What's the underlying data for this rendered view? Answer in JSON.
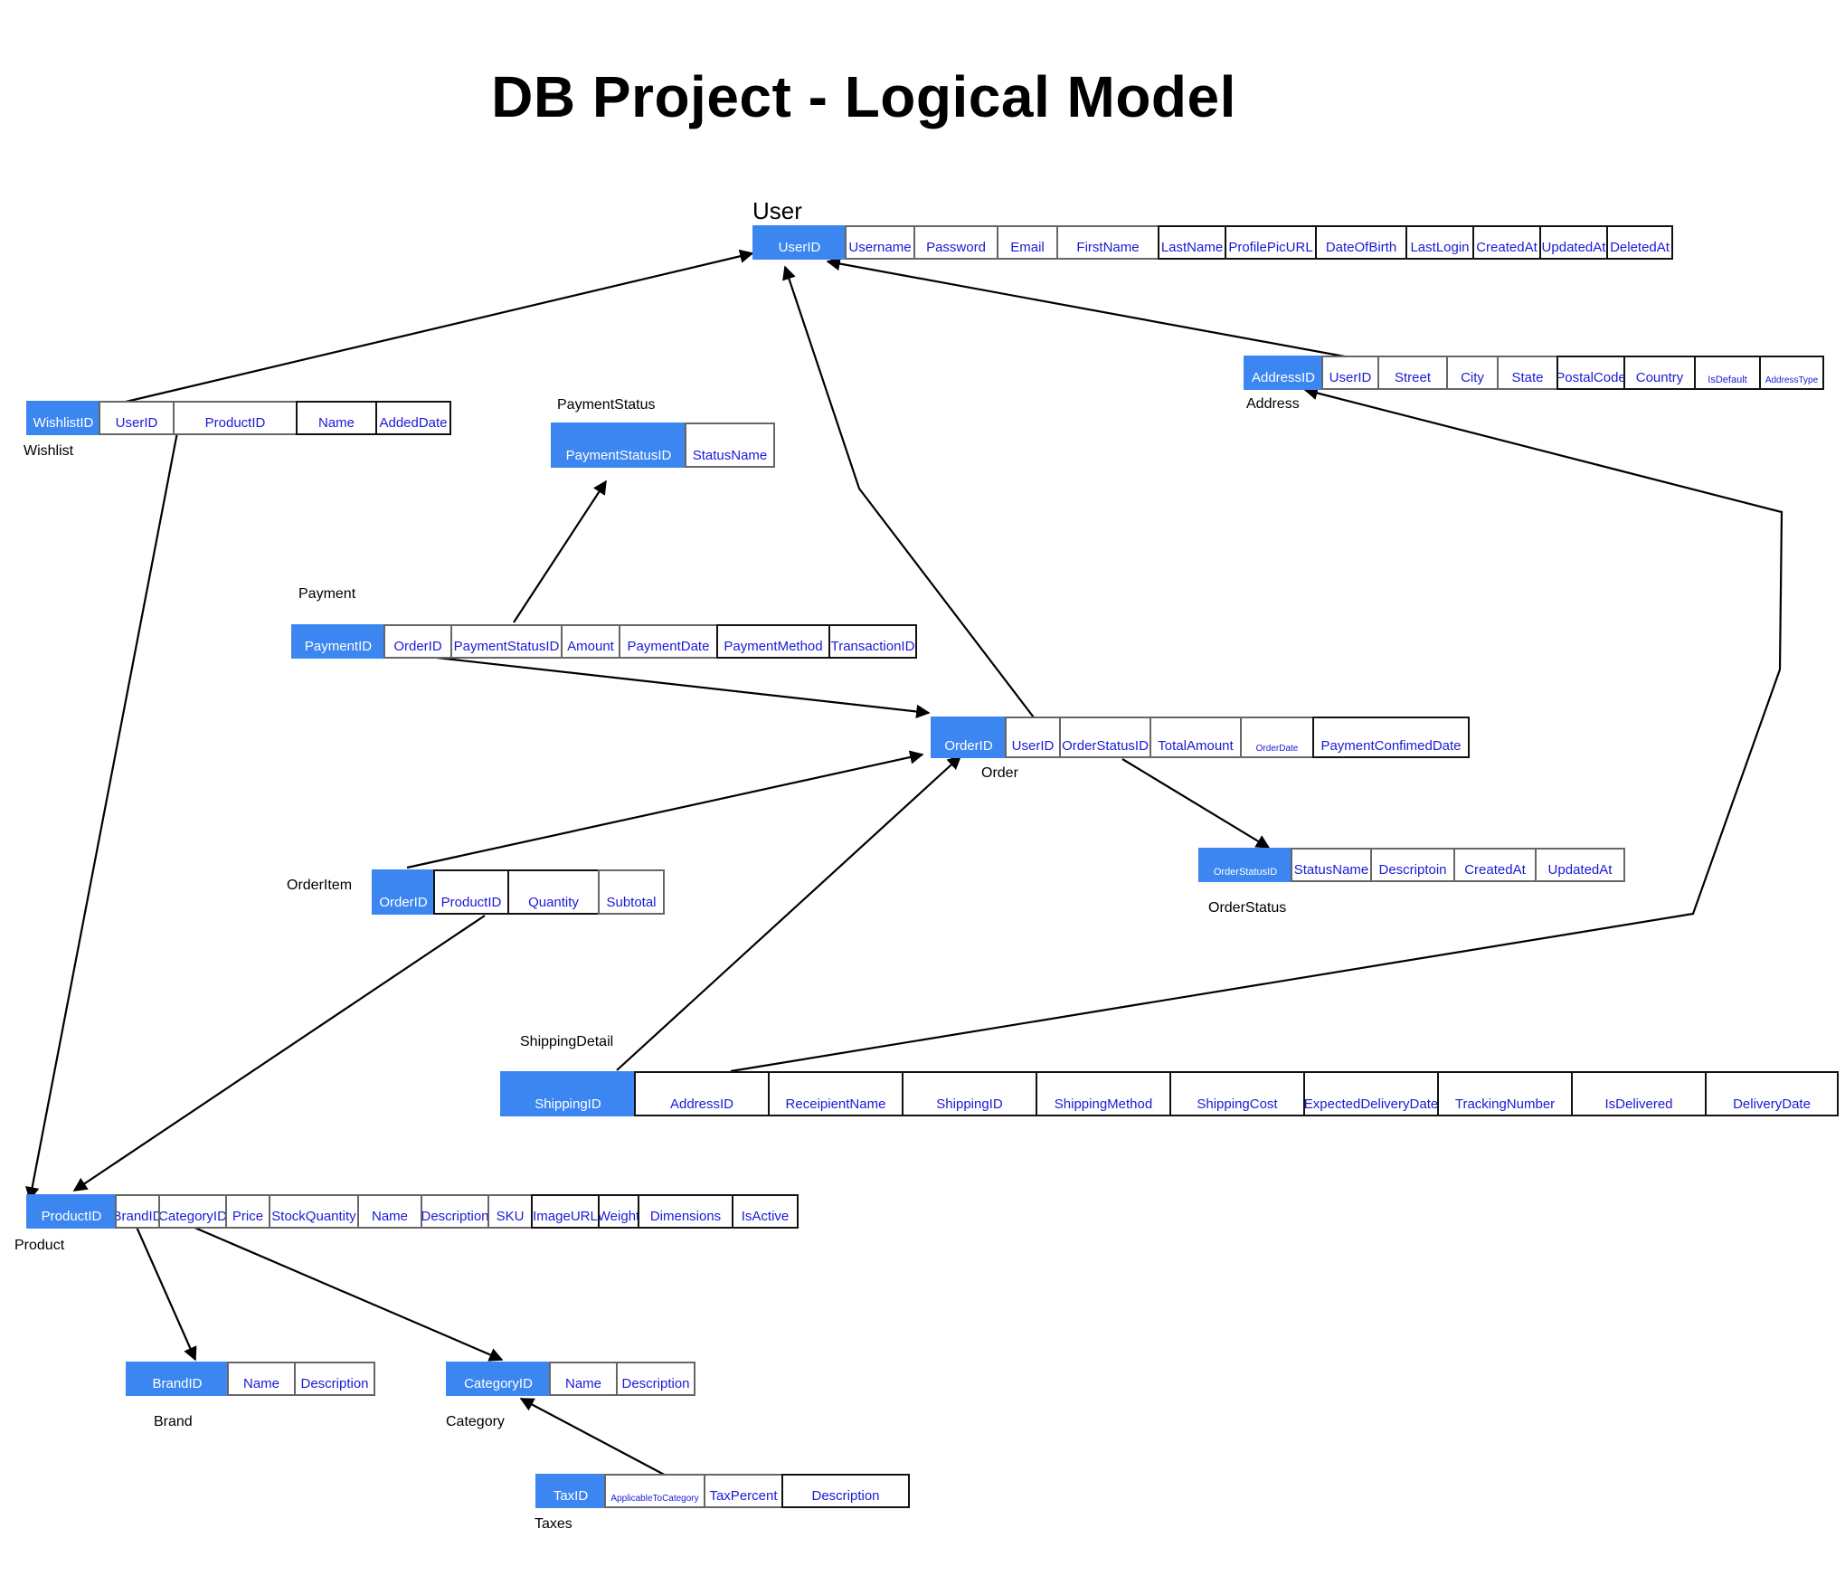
{
  "title": "DB Project - Logical Model",
  "tables": [
    {
      "id": "user",
      "name": "User",
      "label_style": "big",
      "pk": "UserID",
      "columns": [
        "Username",
        "Password",
        "Email",
        "FirstName",
        "LastName",
        "ProfilePicURL",
        "DateOfBirth",
        "LastLogin",
        "CreatedAt",
        "UpdatedAt",
        "DeletedAt"
      ]
    },
    {
      "id": "wishlist",
      "name": "Wishlist",
      "pk": "WishlistID",
      "columns": [
        "UserID",
        "ProductID",
        "Name",
        "AddedDate"
      ]
    },
    {
      "id": "payment_status",
      "name": "PaymentStatus",
      "pk": "PaymentStatusID",
      "columns": [
        "StatusName"
      ]
    },
    {
      "id": "address",
      "name": "Address",
      "pk": "AddressID",
      "columns": [
        "UserID",
        "Street",
        "City",
        "State",
        "PostalCode",
        "Country",
        "IsDefault",
        "AddressType"
      ]
    },
    {
      "id": "payment",
      "name": "Payment",
      "pk": "PaymentID",
      "columns": [
        "OrderID",
        "PaymentStatusID",
        "Amount",
        "PaymentDate",
        "PaymentMethod",
        "TransactionID"
      ]
    },
    {
      "id": "order",
      "name": "Order",
      "pk": "OrderID",
      "columns": [
        "UserID",
        "OrderStatusID",
        "TotalAmount",
        "OrderDate",
        "PaymentConfimedDate"
      ]
    },
    {
      "id": "order_status",
      "name": "OrderStatus",
      "pk": "OrderStatusID",
      "columns": [
        "StatusName",
        "Descriptoin",
        "CreatedAt",
        "UpdatedAt"
      ]
    },
    {
      "id": "order_item",
      "name": "OrderItem",
      "pk": "OrderID",
      "columns": [
        "ProductID",
        "Quantity",
        "Subtotal"
      ]
    },
    {
      "id": "shipping_detail",
      "name": "ShippingDetail",
      "pk": "ShippingID",
      "columns": [
        "AddressID",
        "ReceipientName",
        "ShippingID",
        "ShippingMethod",
        "ShippingCost",
        "ExpectedDeliveryDate",
        "TrackingNumber",
        "IsDelivered",
        "DeliveryDate"
      ]
    },
    {
      "id": "product",
      "name": "Product",
      "pk": "ProductID",
      "columns": [
        "BrandID",
        "CategoryID",
        "Price",
        "StockQuantity",
        "Name",
        "Description",
        "SKU",
        "ImageURL",
        "Weight",
        "Dimensions",
        "IsActive"
      ]
    },
    {
      "id": "brand",
      "name": "Brand",
      "pk": "BrandID",
      "columns": [
        "Name",
        "Description"
      ]
    },
    {
      "id": "category",
      "name": "Category",
      "pk": "CategoryID",
      "columns": [
        "Name",
        "Description"
      ]
    },
    {
      "id": "taxes",
      "name": "Taxes",
      "pk": "TaxID",
      "columns": [
        "ApplicableToCategory",
        "TaxPercent",
        "Description"
      ]
    }
  ],
  "relationships": [
    {
      "from": "wishlist",
      "to": "user"
    },
    {
      "from": "wishlist",
      "to": "product"
    },
    {
      "from": "address",
      "to": "user"
    },
    {
      "from": "order",
      "to": "user"
    },
    {
      "from": "payment",
      "to": "payment_status"
    },
    {
      "from": "payment",
      "to": "order"
    },
    {
      "from": "order_item",
      "to": "order"
    },
    {
      "from": "order_item",
      "to": "product"
    },
    {
      "from": "order",
      "to": "order_status"
    },
    {
      "from": "shipping_detail",
      "to": "order"
    },
    {
      "from": "shipping_detail",
      "to": "address"
    },
    {
      "from": "product",
      "to": "brand"
    },
    {
      "from": "product",
      "to": "category"
    },
    {
      "from": "taxes",
      "to": "category"
    }
  ],
  "colors": {
    "primary_key": "#3b86f0",
    "column_text": "#1a1ad6",
    "line": "#000000"
  }
}
